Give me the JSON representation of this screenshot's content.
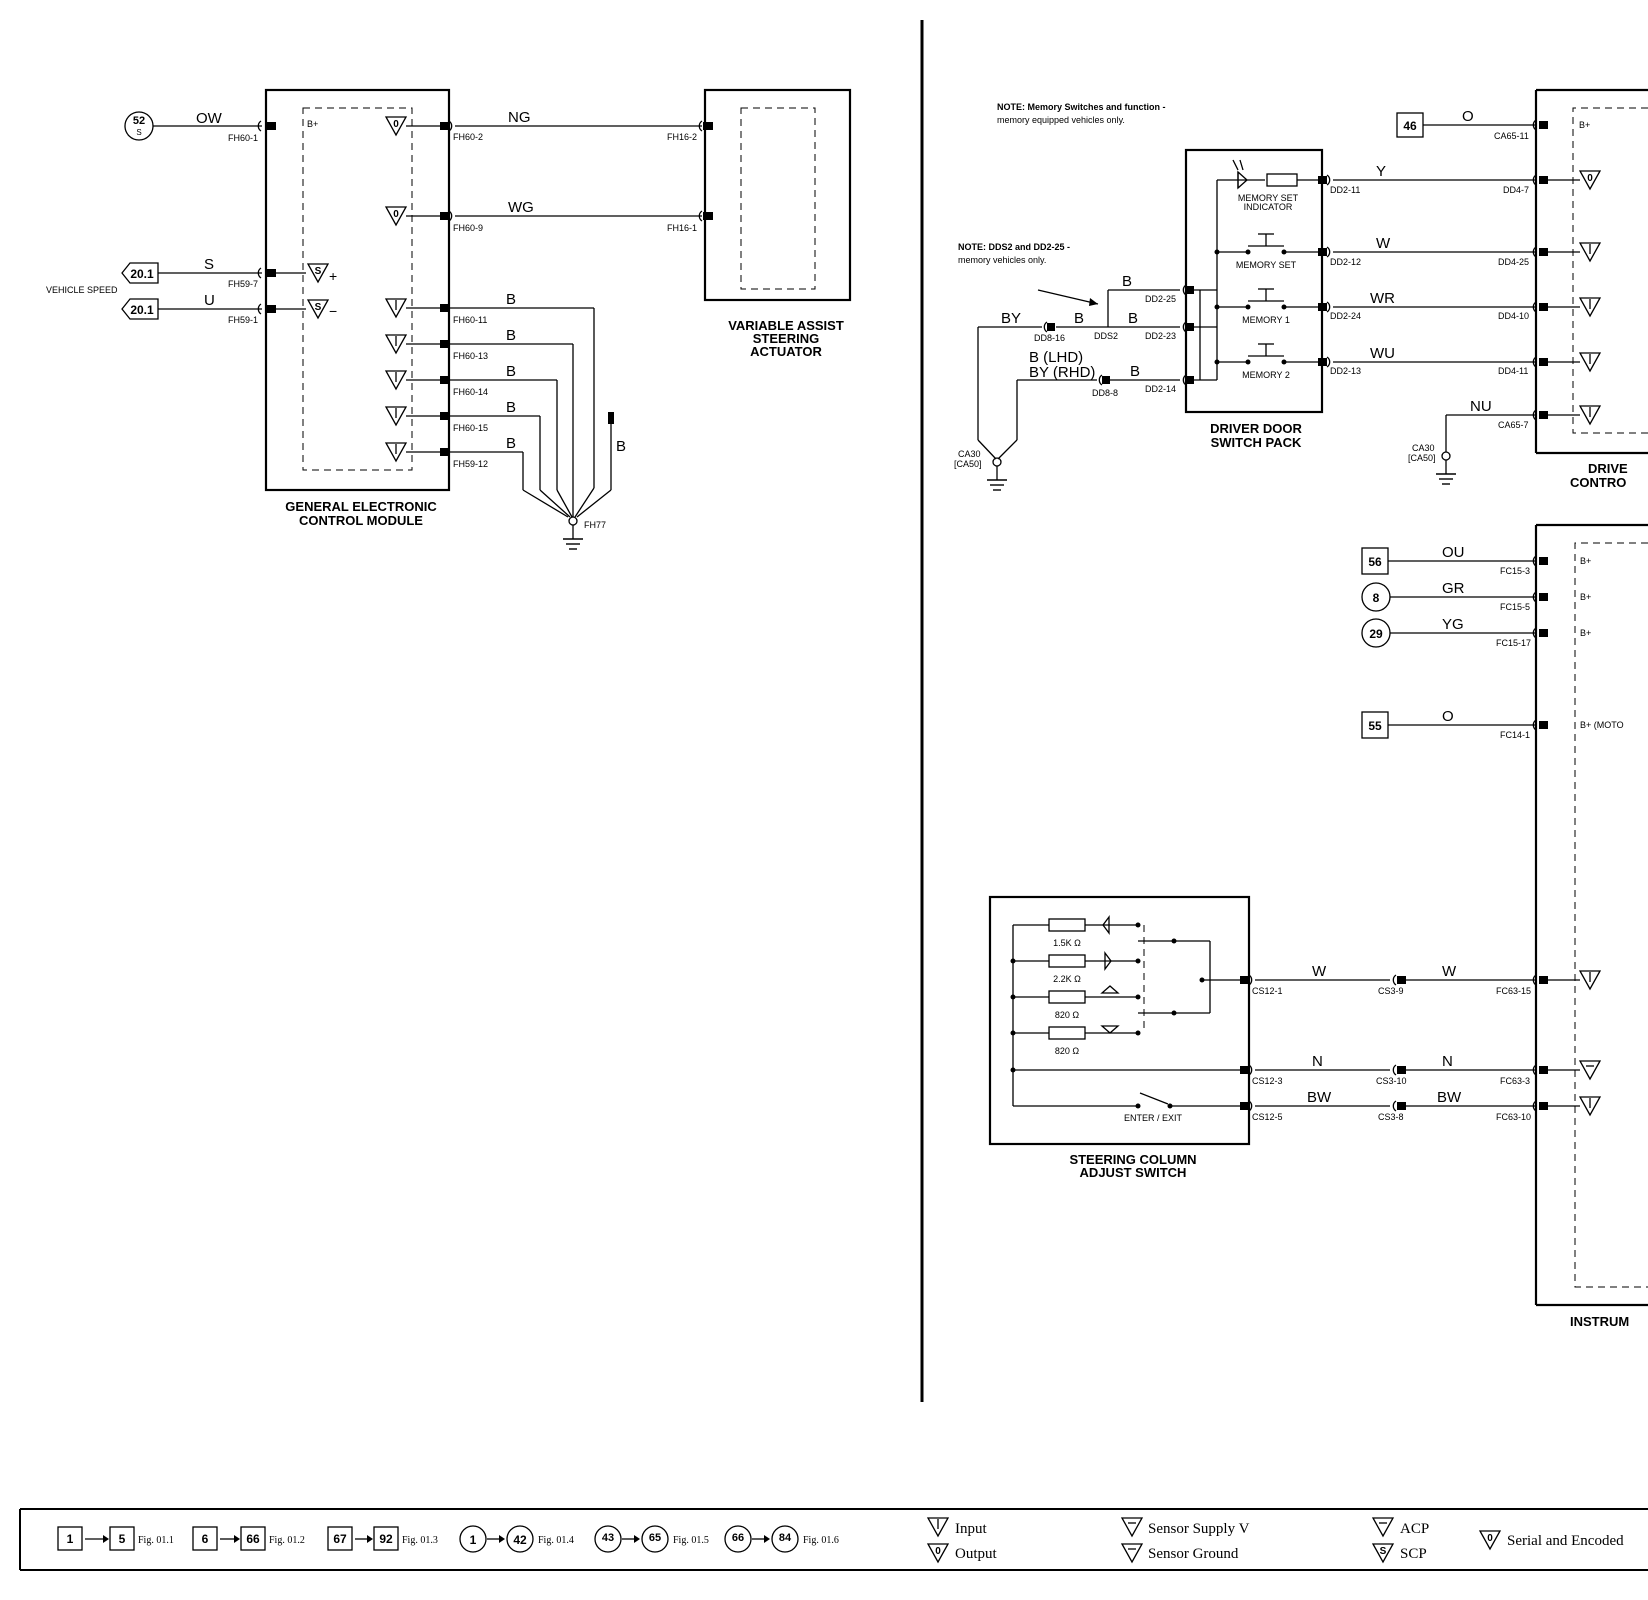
{
  "components": {
    "gecm": [
      "GENERAL ELECTRONIC",
      "CONTROL MODULE"
    ],
    "vasa": [
      "VARIABLE ASSIST",
      "STEERING",
      "ACTUATOR"
    ],
    "ddsp": [
      "DRIVER DOOR",
      "SWITCH PACK"
    ],
    "scas": [
      "STEERING COLUMN",
      "ADJUST SWITCH"
    ],
    "drive_ctrl": [
      "DRIVE",
      "CONTRO"
    ],
    "instrument": "INSTRUM"
  },
  "refs": {
    "r52": "52",
    "r52s": "S",
    "r201a": "20.1",
    "r201b": "20.1",
    "r46": "46",
    "r56": "56",
    "r8": "8",
    "r29": "29",
    "r55": "55"
  },
  "misc": {
    "vehicle_speed": "VEHICLE SPEED",
    "note1_a": "NOTE: Memory Switches and function -",
    "note1_b": "memory equipped vehicles only.",
    "note2_a": "NOTE: DDS2 and DD2-25 -",
    "note2_b": "memory vehicles only.",
    "memory_set_indicator_a": "MEMORY SET",
    "memory_set_indicator_b": "INDICATOR",
    "memory_set": "MEMORY SET",
    "memory1": "MEMORY 1",
    "memory2": "MEMORY 2",
    "enter_exit": "ENTER / EXIT",
    "r1": "1.5K Ω",
    "r2": "2.2K Ω",
    "r3": "820 Ω",
    "r4": "820 Ω",
    "ground_fh77": "FH77",
    "ca30a": "CA30",
    "ca30b": "[CA50]",
    "ca30c": "CA30",
    "ca30d": "[CA50]",
    "bplus": "B+",
    "bplus_moto": "B+ (MOTO"
  },
  "wires": {
    "ow": "OW",
    "ng": "NG",
    "wg": "WG",
    "s": "S",
    "u": "U",
    "b1": "B",
    "b2": "B",
    "b3": "B",
    "b4": "B",
    "b5": "B",
    "b6": "B",
    "o1": "O",
    "y": "Y",
    "w1": "W",
    "wr": "WR",
    "wu": "WU",
    "nu": "NU",
    "by": "BY",
    "bdd": "B",
    "bdd2": "B",
    "bdd3": "B",
    "blhd": "B (LHD)",
    "byrhd": "BY (RHD)",
    "ou": "OU",
    "gr": "GR",
    "yg": "YG",
    "o2": "O",
    "w2": "W",
    "w3": "W",
    "n1": "N",
    "n2": "N",
    "bw1": "BW",
    "bw2": "BW"
  },
  "pins": {
    "fh60_1": "FH60-1",
    "fh60_2": "FH60-2",
    "fh60_9": "FH60-9",
    "fh59_7": "FH59-7",
    "fh59_1": "FH59-1",
    "fh60_11": "FH60-11",
    "fh60_13": "FH60-13",
    "fh60_14": "FH60-14",
    "fh60_15": "FH60-15",
    "fh59_12": "FH59-12",
    "fh16_2": "FH16-2",
    "fh16_1": "FH16-1",
    "ca65_11": "CA65-11",
    "ca65_7": "CA65-7",
    "dd2_11": "DD2-11",
    "dd2_12": "DD2-12",
    "dd2_24": "DD2-24",
    "dd2_13": "DD2-13",
    "dd2_25": "DD2-25",
    "dd2_23": "DD2-23",
    "dd2_14": "DD2-14",
    "dd4_7": "DD4-7",
    "dd4_25": "DD4-25",
    "dd4_10": "DD4-10",
    "dd4_11": "DD4-11",
    "dd8_16": "DD8-16",
    "dds2": "DDS2",
    "dd8_8": "DD8-8",
    "fc15_3": "FC15-3",
    "fc15_5": "FC15-5",
    "fc15_17": "FC15-17",
    "fc14_1": "FC14-1",
    "cs12_1": "CS12-1",
    "cs12_3": "CS12-3",
    "cs12_5": "CS12-5",
    "cs3_9": "CS3-9",
    "cs3_10": "CS3-10",
    "cs3_8": "CS3-8",
    "fc63_15": "FC63-15",
    "fc63_3": "FC63-3",
    "fc63_10": "FC63-10"
  },
  "legend": {
    "r1": "1",
    "r5": "5",
    "f011": "Fig. 01.1",
    "r6": "6",
    "r66": "66",
    "f012": "Fig. 01.2",
    "r67": "67",
    "r92": "92",
    "f013": "Fig. 01.3",
    "c1": "1",
    "c42": "42",
    "f014": "Fig. 01.4",
    "c43": "43",
    "c65": "65",
    "f015": "Fig. 01.5",
    "c66": "66",
    "c84": "84",
    "f016": "Fig. 01.6",
    "input": "Input",
    "output": "Output",
    "sensor_supply": "Sensor Supply V",
    "sensor_ground": "Sensor Ground",
    "acp": "ACP",
    "scp": "SCP",
    "serial": "Serial and Encoded"
  }
}
